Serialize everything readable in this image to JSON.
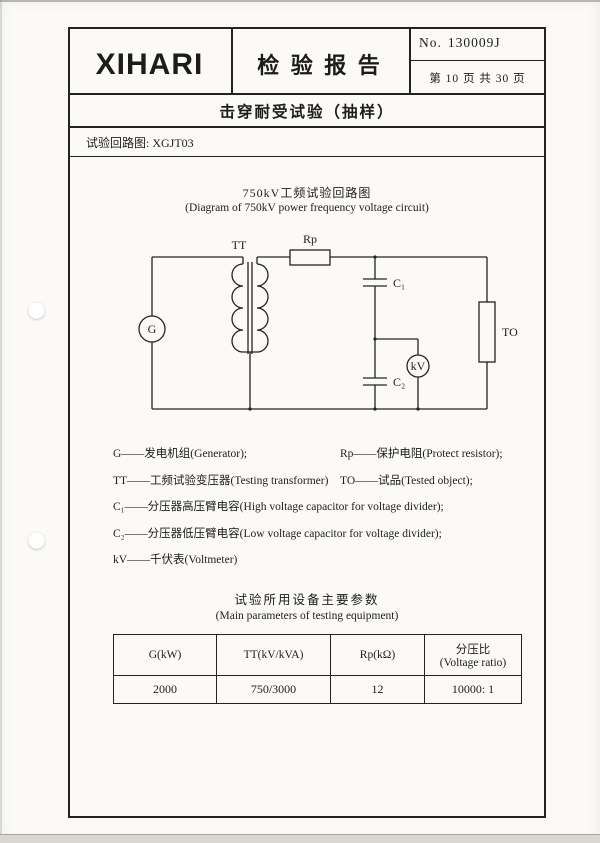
{
  "header": {
    "logo": "XIHARI",
    "report_title": "检 验 报 告",
    "no_label": "No.",
    "no_value": "130009J",
    "page_info": "第 10 页 共 30 页"
  },
  "section": {
    "title": "击穿耐受试验（抽样）",
    "circuit_ref": "试验回路图: XGJT03"
  },
  "diagram": {
    "title_cn": "750kV工频试验回路图",
    "title_en": "(Diagram of 750kV power frequency voltage circuit)",
    "labels": {
      "generator": "G",
      "transformer": "TT",
      "resistor": "Rp",
      "cap_high": "C₁",
      "cap_low": "C₂",
      "voltmeter": "kV",
      "tested_object": "TO"
    }
  },
  "legend": {
    "rows": [
      {
        "left": "G——发电机组(Generator);",
        "right": "Rp——保护电阻(Protect resistor);"
      },
      {
        "left": "TT——工频试验变压器(Testing transformer)",
        "right": "TO——试品(Tested object);"
      },
      {
        "left": "C₁——分压器高压臂电容(High voltage capacitor for voltage divider);",
        "right": ""
      },
      {
        "left": "C₂——分压器低压臂电容(Low voltage capacitor for voltage divider);",
        "right": ""
      },
      {
        "left": "kV——千伏表(Voltmeter)",
        "right": ""
      }
    ]
  },
  "equipment_table": {
    "title_cn": "试验所用设备主要参数",
    "title_en": "(Main parameters of testing equipment)",
    "columns": [
      {
        "label": "G(kW)"
      },
      {
        "label": "TT(kV/kVA)"
      },
      {
        "label": "Rp(kΩ)"
      },
      {
        "label": "分压比",
        "label2": "(Voltage ratio)"
      }
    ],
    "row": [
      "2000",
      "750/3000",
      "12",
      "10000: 1"
    ]
  }
}
